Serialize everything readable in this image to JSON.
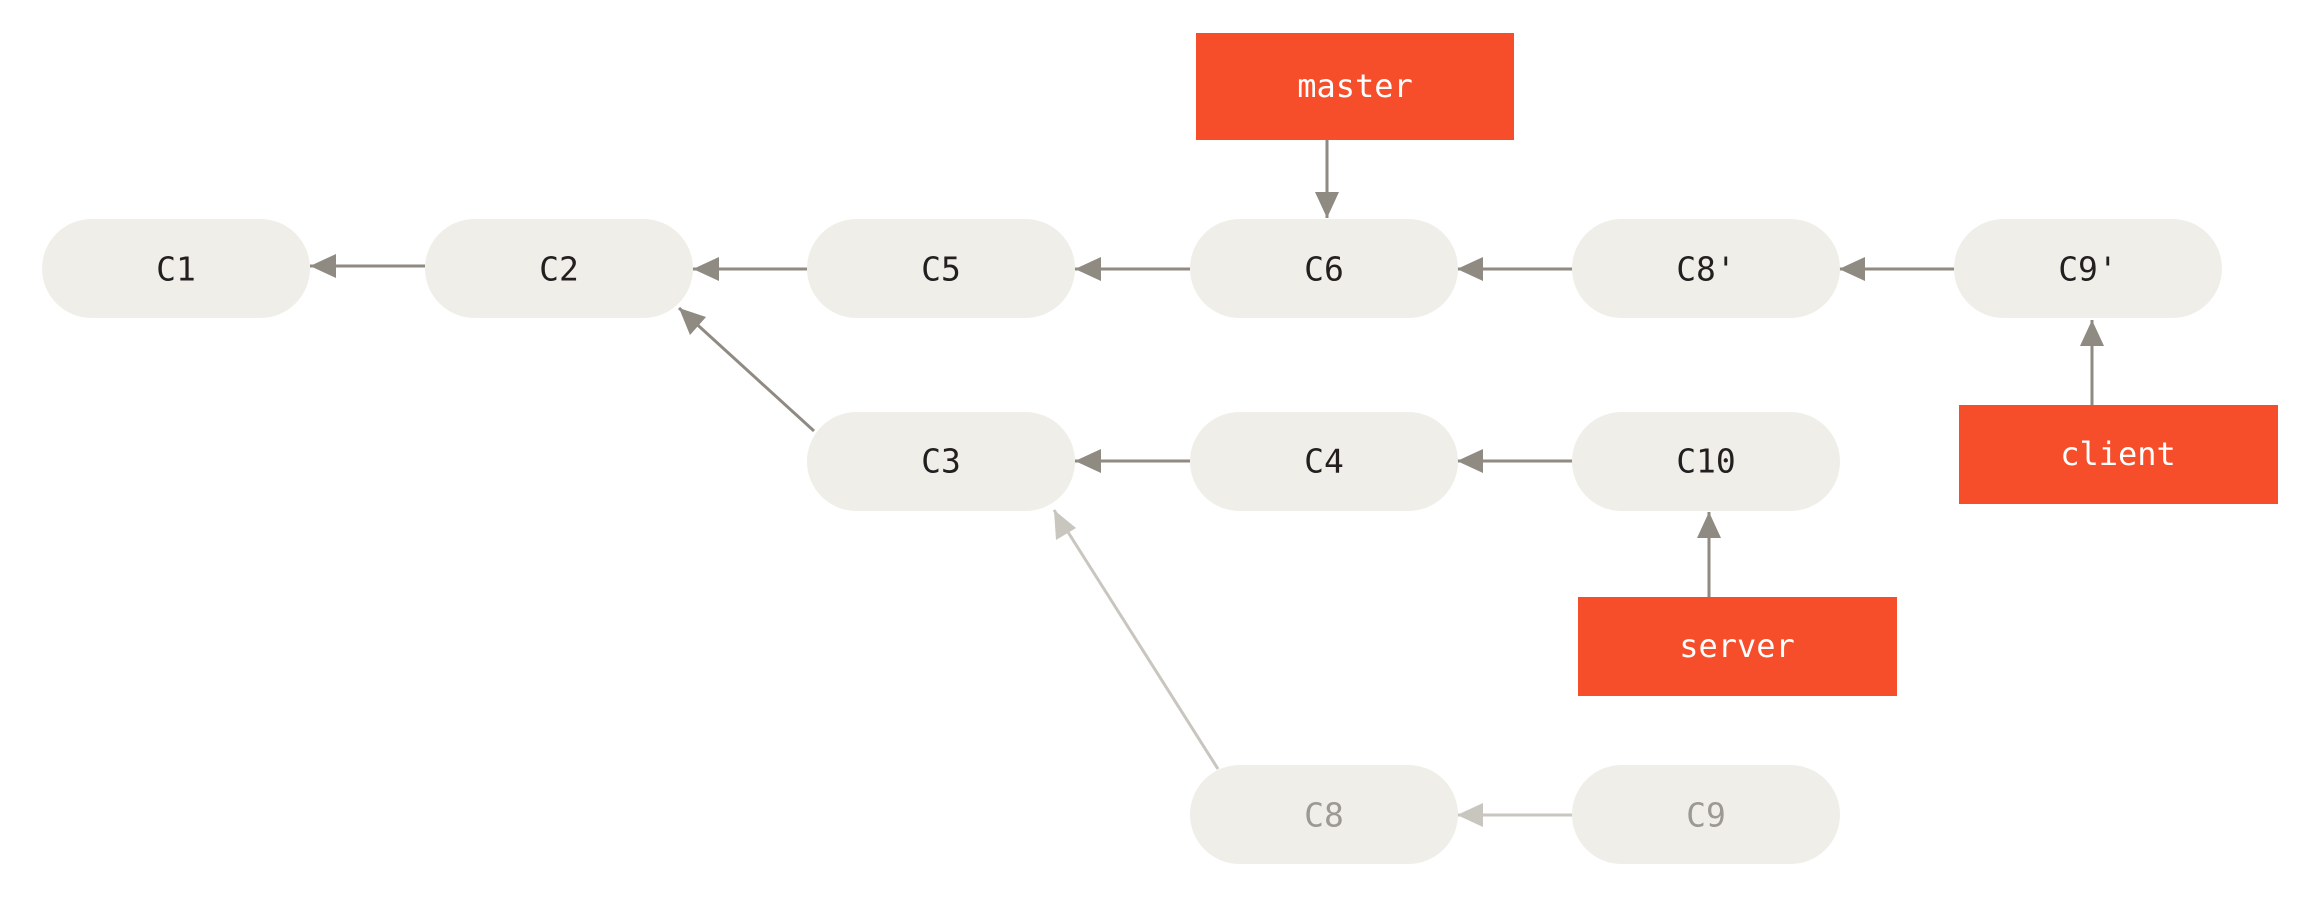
{
  "colors": {
    "commit_fill": "#efeee8",
    "commit_text": "#231f20",
    "faded_commit_text": "#9c9893",
    "branch_fill": "#f64d2a",
    "branch_text": "#ffffff",
    "arrow": "#8f8a82",
    "faded_arrow": "#c9c5bf"
  },
  "commits": {
    "c1": "C1",
    "c2": "C2",
    "c5": "C5",
    "c6": "C6",
    "c8p": "C8'",
    "c9p": "C9'",
    "c3": "C3",
    "c4": "C4",
    "c10": "C10",
    "c8": "C8",
    "c9": "C9"
  },
  "branches": {
    "master": "master",
    "client": "client",
    "server": "server"
  }
}
